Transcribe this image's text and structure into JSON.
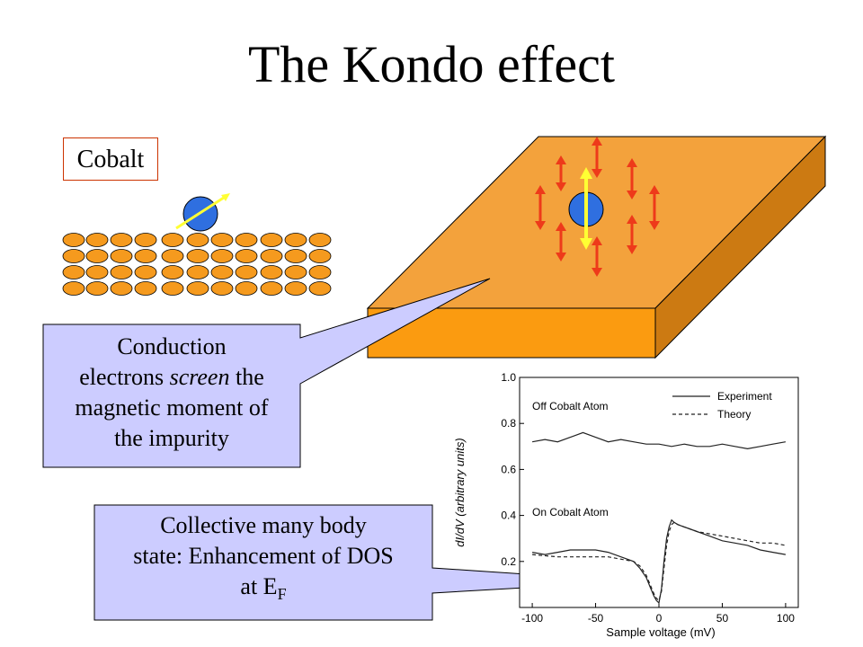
{
  "slide": {
    "title": "The Kondo effect",
    "cobalt_label": "Cobalt"
  },
  "callouts": {
    "screening": {
      "line1": "Conduction",
      "line2_prefix": "electrons ",
      "line2_italic": "screen",
      "line2_suffix": " the",
      "line3": "magnetic moment of",
      "line4": "the impurity"
    },
    "collective": {
      "line1": "Collective many body",
      "line2": "state: Enhancement of DOS",
      "line3_prefix": "at E",
      "line3_sub": "F"
    }
  },
  "colors": {
    "slab_top": "#f3a23c",
    "slab_front": "#fb9b10",
    "slab_side": "#cc7a12",
    "lattice_atom": "#f59a1e",
    "impurity": "#2f6fe0",
    "spin_arrow_red": "#ee3a1a",
    "spin_arrow_yellow": "#ffff33",
    "callout_fill": "#ccccff"
  },
  "chart_data": {
    "type": "line",
    "xlabel": "Sample voltage (mV)",
    "ylabel": "dI/dV (arbitrary units)",
    "xlim": [
      -110,
      110
    ],
    "ylim": [
      0.0,
      1.0
    ],
    "x_ticks": [
      "-100",
      "-50",
      "0",
      "50",
      "100"
    ],
    "y_ticks": [
      "0.2",
      "0.4",
      "0.6",
      "0.8",
      "1.0"
    ],
    "legend": [
      "Experiment",
      "Theory"
    ],
    "annotations": [
      "Off Cobalt Atom",
      "On Cobalt Atom"
    ],
    "series": [
      {
        "name": "Experiment",
        "style": "solid",
        "x": [
          -100,
          -90,
          -80,
          -70,
          -60,
          -50,
          -40,
          -30,
          -20,
          -10,
          0,
          10,
          20,
          30,
          40,
          50,
          60,
          70,
          80,
          90,
          100
        ],
        "y": [
          0.72,
          0.73,
          0.72,
          0.74,
          0.76,
          0.74,
          0.72,
          0.73,
          0.72,
          0.71,
          0.71,
          0.7,
          0.71,
          0.7,
          0.7,
          0.71,
          0.7,
          0.69,
          0.7,
          0.71,
          0.72
        ]
      },
      {
        "name": "Experiment",
        "style": "solid",
        "x": [
          -100,
          -90,
          -80,
          -70,
          -60,
          -50,
          -40,
          -30,
          -20,
          -15,
          -10,
          -7,
          -4,
          -2,
          0,
          2,
          4,
          6,
          8,
          10,
          12,
          15,
          20,
          30,
          40,
          50,
          60,
          70,
          80,
          90,
          100
        ],
        "y": [
          0.24,
          0.23,
          0.24,
          0.25,
          0.25,
          0.25,
          0.24,
          0.22,
          0.2,
          0.17,
          0.13,
          0.09,
          0.05,
          0.03,
          0.02,
          0.08,
          0.2,
          0.3,
          0.35,
          0.38,
          0.37,
          0.36,
          0.35,
          0.33,
          0.31,
          0.29,
          0.28,
          0.27,
          0.25,
          0.24,
          0.23
        ]
      },
      {
        "name": "Theory",
        "style": "dashed",
        "x": [
          -100,
          -80,
          -60,
          -40,
          -20,
          -15,
          -10,
          -7,
          -4,
          -2,
          0,
          2,
          4,
          6,
          8,
          10,
          12,
          15,
          20,
          30,
          40,
          50,
          60,
          70,
          80,
          90,
          100
        ],
        "y": [
          0.23,
          0.22,
          0.22,
          0.22,
          0.2,
          0.18,
          0.14,
          0.1,
          0.06,
          0.04,
          0.03,
          0.07,
          0.17,
          0.27,
          0.33,
          0.36,
          0.37,
          0.36,
          0.35,
          0.33,
          0.32,
          0.31,
          0.3,
          0.29,
          0.28,
          0.28,
          0.27
        ]
      }
    ]
  }
}
